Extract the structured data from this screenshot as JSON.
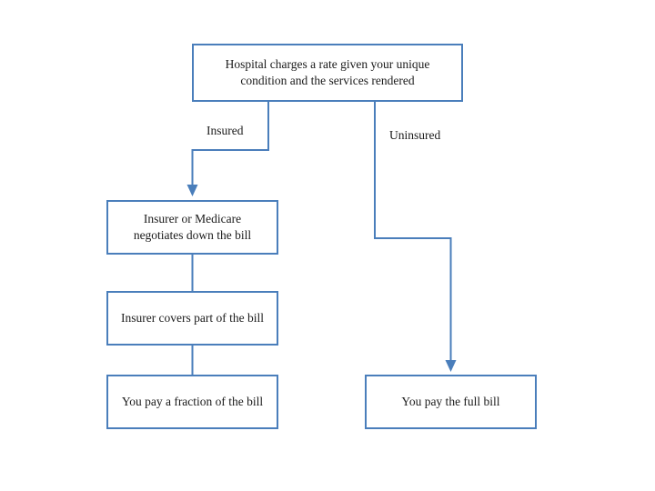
{
  "diagram": {
    "title_text": "",
    "background_color": "#ffffff",
    "line_color": "#4a7ebb",
    "text_color": "#1a1a1a",
    "nodes": [
      {
        "id": "hospital-charge",
        "text": "Hospital charges a rate given your unique\ncondition and the services rendered"
      },
      {
        "id": "negotiate",
        "text": "Insurer or Medicare\nnegotiates down the bill"
      },
      {
        "id": "insurer-covers",
        "text": "Insurer covers part of the bill"
      },
      {
        "id": "pay-fraction",
        "text": "You pay a fraction of the bill"
      },
      {
        "id": "pay-full",
        "text": "You pay the full bill"
      }
    ],
    "edge_labels": [
      {
        "id": "insured",
        "text": "Insured"
      },
      {
        "id": "uninsured",
        "text": "Uninsured"
      }
    ]
  }
}
